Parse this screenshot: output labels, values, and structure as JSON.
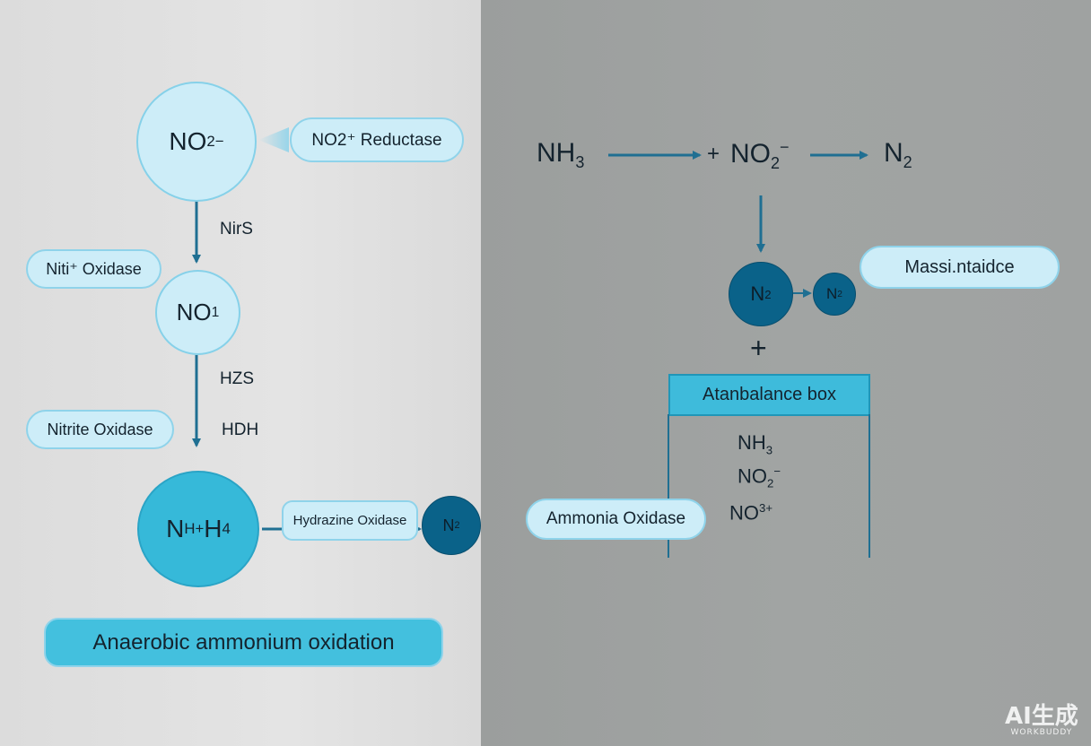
{
  "left": {
    "no2_node": {
      "main": "NO",
      "sub": "2",
      "sup": "−"
    },
    "no2_reductase": "NO2⁺ Reductase",
    "nirs": "NirS",
    "niti_oxidase": "Niti⁺ Oxidase",
    "no_node": {
      "main": "NO",
      "sub": "1"
    },
    "hzs": "HZS",
    "nitrite_oxidase": "Nitrite Oxidase",
    "hdh": "HDH",
    "nh_node": {
      "main_a": "N",
      "sub": "H+",
      "main_b": "H",
      "sub_b": "4"
    },
    "hydrazine_oxidase": "Hydrazine Oxidase",
    "n2_node": {
      "main": "N",
      "sub": "2"
    },
    "title": "Anaerobic ammonium oxidation"
  },
  "right": {
    "eq_nh3": {
      "main": "NH",
      "sub": "3"
    },
    "eq_plus": "+",
    "eq_no2": {
      "main": "NO",
      "sub": "2",
      "sup": "−"
    },
    "eq_n2": {
      "main": "N",
      "sub": "2"
    },
    "n2_big": {
      "main": "N",
      "sub": "2"
    },
    "n2_small": {
      "main": "N",
      "sub": "2"
    },
    "mass_label": "Massi.ntaidce",
    "plus_sign": "+",
    "box_title": "Atanbalance box",
    "box_items": [
      {
        "main": "NH",
        "sub": "3"
      },
      {
        "main": "NO",
        "sub": "2",
        "sup": "−"
      },
      {
        "main": "NO",
        "sup": "3+"
      }
    ],
    "ammonia_oxidase": "Ammonia Oxidase"
  },
  "watermark": {
    "big": "AI生成",
    "small": "WORKBUDDY"
  },
  "colors": {
    "light_node": "#cdedf8",
    "mid_node": "#36b9d9",
    "dark_node": "#0a6289",
    "arrow": "#1f6f92",
    "left_bg": "#dcdcdc",
    "right_bg": "#9ea1a0"
  }
}
